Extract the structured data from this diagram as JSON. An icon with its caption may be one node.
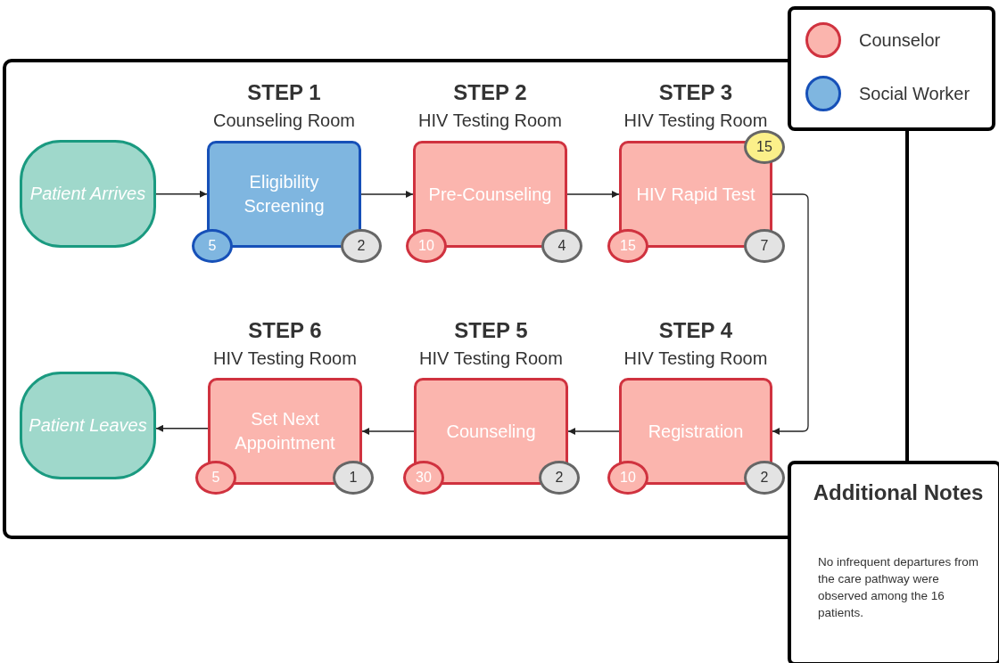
{
  "diagram": {
    "nodes": [
      {
        "text": [
          "Patient Arrives"
        ]
      },
      {
        "text": [
          "STEP 1",
          "Counseling Room",
          "Eligibility Screening"
        ]
      },
      {
        "text": [
          "5"
        ]
      },
      {
        "text": [
          "2"
        ]
      },
      {
        "text": [
          "STEP 2",
          "HIV Testing Room",
          "Pre-Counseling"
        ]
      },
      {
        "text": [
          "10"
        ]
      },
      {
        "text": [
          "4"
        ]
      },
      {
        "text": [
          "STEP 3",
          "HIV Testing Room",
          "HIV Rapid Test"
        ]
      },
      {
        "text": [
          "15"
        ]
      },
      {
        "text": [
          "15"
        ]
      },
      {
        "text": [
          "7"
        ]
      },
      {
        "text": [
          "Patient Leaves"
        ]
      },
      {
        "text": [
          "STEP 6",
          "HIV Testing Room",
          "Set Next Appointment"
        ]
      },
      {
        "text": [
          "5"
        ]
      },
      {
        "text": [
          "1"
        ]
      },
      {
        "text": [
          "STEP 5",
          "HIV Testing Room",
          "Counseling"
        ]
      },
      {
        "text": [
          "30"
        ]
      },
      {
        "text": [
          "2"
        ]
      },
      {
        "text": [
          "STEP 4",
          "HIV Testing Room",
          "Registration"
        ]
      },
      {
        "text": [
          "10"
        ]
      },
      {
        "text": [
          "2"
        ]
      },
      {
        "text": [
          "Additional Notes",
          "No infrequent departures from the care pathway were observed among the 16 patients."
        ]
      }
    ],
    "edges": [
      {
        "from": 0,
        "to": 1,
        "arrow": "to"
      },
      {
        "from": 1,
        "to": 4,
        "arrow": "to"
      },
      {
        "from": 4,
        "to": 7,
        "arrow": "to"
      },
      {
        "from": 7,
        "to": 18,
        "arrow": "to"
      },
      {
        "from": 18,
        "to": 15,
        "arrow": "to"
      },
      {
        "from": 15,
        "to": 12,
        "arrow": "to"
      },
      {
        "from": 12,
        "to": 11,
        "arrow": "to"
      }
    ],
    "legend": [
      {
        "text": "Counselor",
        "color": "#fbb5ae"
      },
      {
        "text": "Social Worker",
        "color": "#7fb6e0"
      }
    ]
  }
}
